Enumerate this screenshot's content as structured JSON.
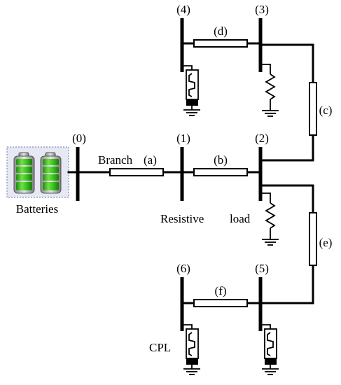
{
  "buses": {
    "b0": "(0)",
    "b1": "(1)",
    "b2": "(2)",
    "b3": "(3)",
    "b4": "(4)",
    "b5": "(5)",
    "b6": "(6)"
  },
  "branches": {
    "a_prefix": "Branch",
    "a": "(a)",
    "b": "(b)",
    "c": "(c)",
    "d": "(d)",
    "e": "(e)",
    "f": "(f)"
  },
  "labels": {
    "batteries": "Batteries",
    "resistive": "Resistive",
    "load": "load",
    "cpl": "CPL"
  },
  "colors": {
    "battery_green": "#3cc31c",
    "battery_panel": "#e6e8f4"
  }
}
